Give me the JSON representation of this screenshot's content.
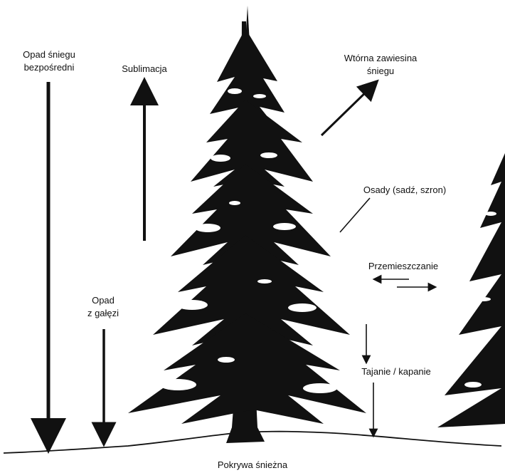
{
  "labels": {
    "direct_snowfall": [
      "Opad śniegu",
      "bezpośredni"
    ],
    "sublimation": "Sublimacja",
    "secondary_suspension": [
      "Wtórna zawiesina",
      "śniegu"
    ],
    "deposits": "Osady (sadź, szron)",
    "redistribution": "Przemieszczanie",
    "branch_fall": [
      "Opad",
      "z gałęzi"
    ],
    "melt_drip": "Tajanie / kapanie",
    "snowpack": "Pokrywa śnieżna"
  },
  "colors": {
    "ink": "#111111",
    "background": "#ffffff"
  }
}
